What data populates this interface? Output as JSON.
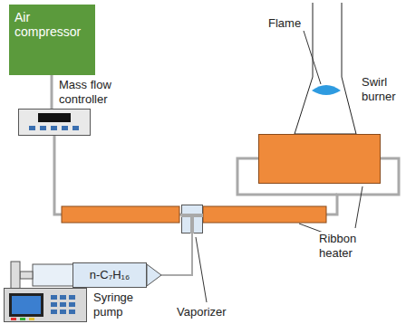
{
  "diagram": {
    "nodes": [
      {
        "text": [
          "Air compressor"
        ]
      },
      {
        "text": [
          "Mass flow controller"
        ]
      },
      {
        "text": [
          "Vaporizer"
        ]
      },
      {
        "text": [
          "Swirl burner"
        ]
      },
      {
        "text": [
          "n-C₇H₁₆"
        ]
      },
      {
        "text": [
          "Syringe pump"
        ]
      }
    ],
    "edges": [
      {
        "from": 0,
        "to": 1,
        "arrow": "none"
      },
      {
        "from": 1,
        "to": 2,
        "arrow": "none"
      },
      {
        "from": 2,
        "to": 3,
        "arrow": "none"
      },
      {
        "from": 4,
        "to": 2,
        "arrow": "none"
      }
    ],
    "labels": [
      "Flame",
      "Ribbon heater"
    ]
  }
}
